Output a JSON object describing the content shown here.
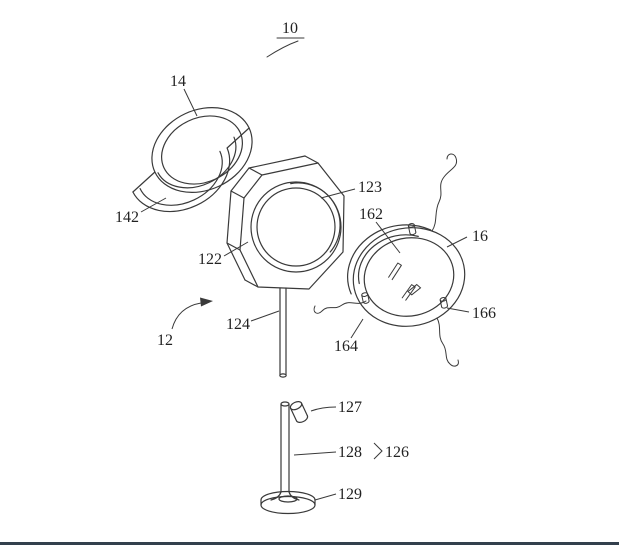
{
  "figure": {
    "type": "patent-exploded-view-drawing",
    "colors": {
      "background": "#ffffff",
      "line": "#3a3a3a",
      "label": "#222222",
      "bottom_bar": "#33404d"
    },
    "labels": {
      "l10": "10",
      "l12": "12",
      "l14": "14",
      "l16": "16",
      "l122": "122",
      "l123": "123",
      "l124": "124",
      "l126": "126",
      "l127": "127",
      "l128": "128",
      "l129": "129",
      "l142": "142",
      "l162": "162",
      "l164": "164",
      "l166": "166"
    }
  }
}
